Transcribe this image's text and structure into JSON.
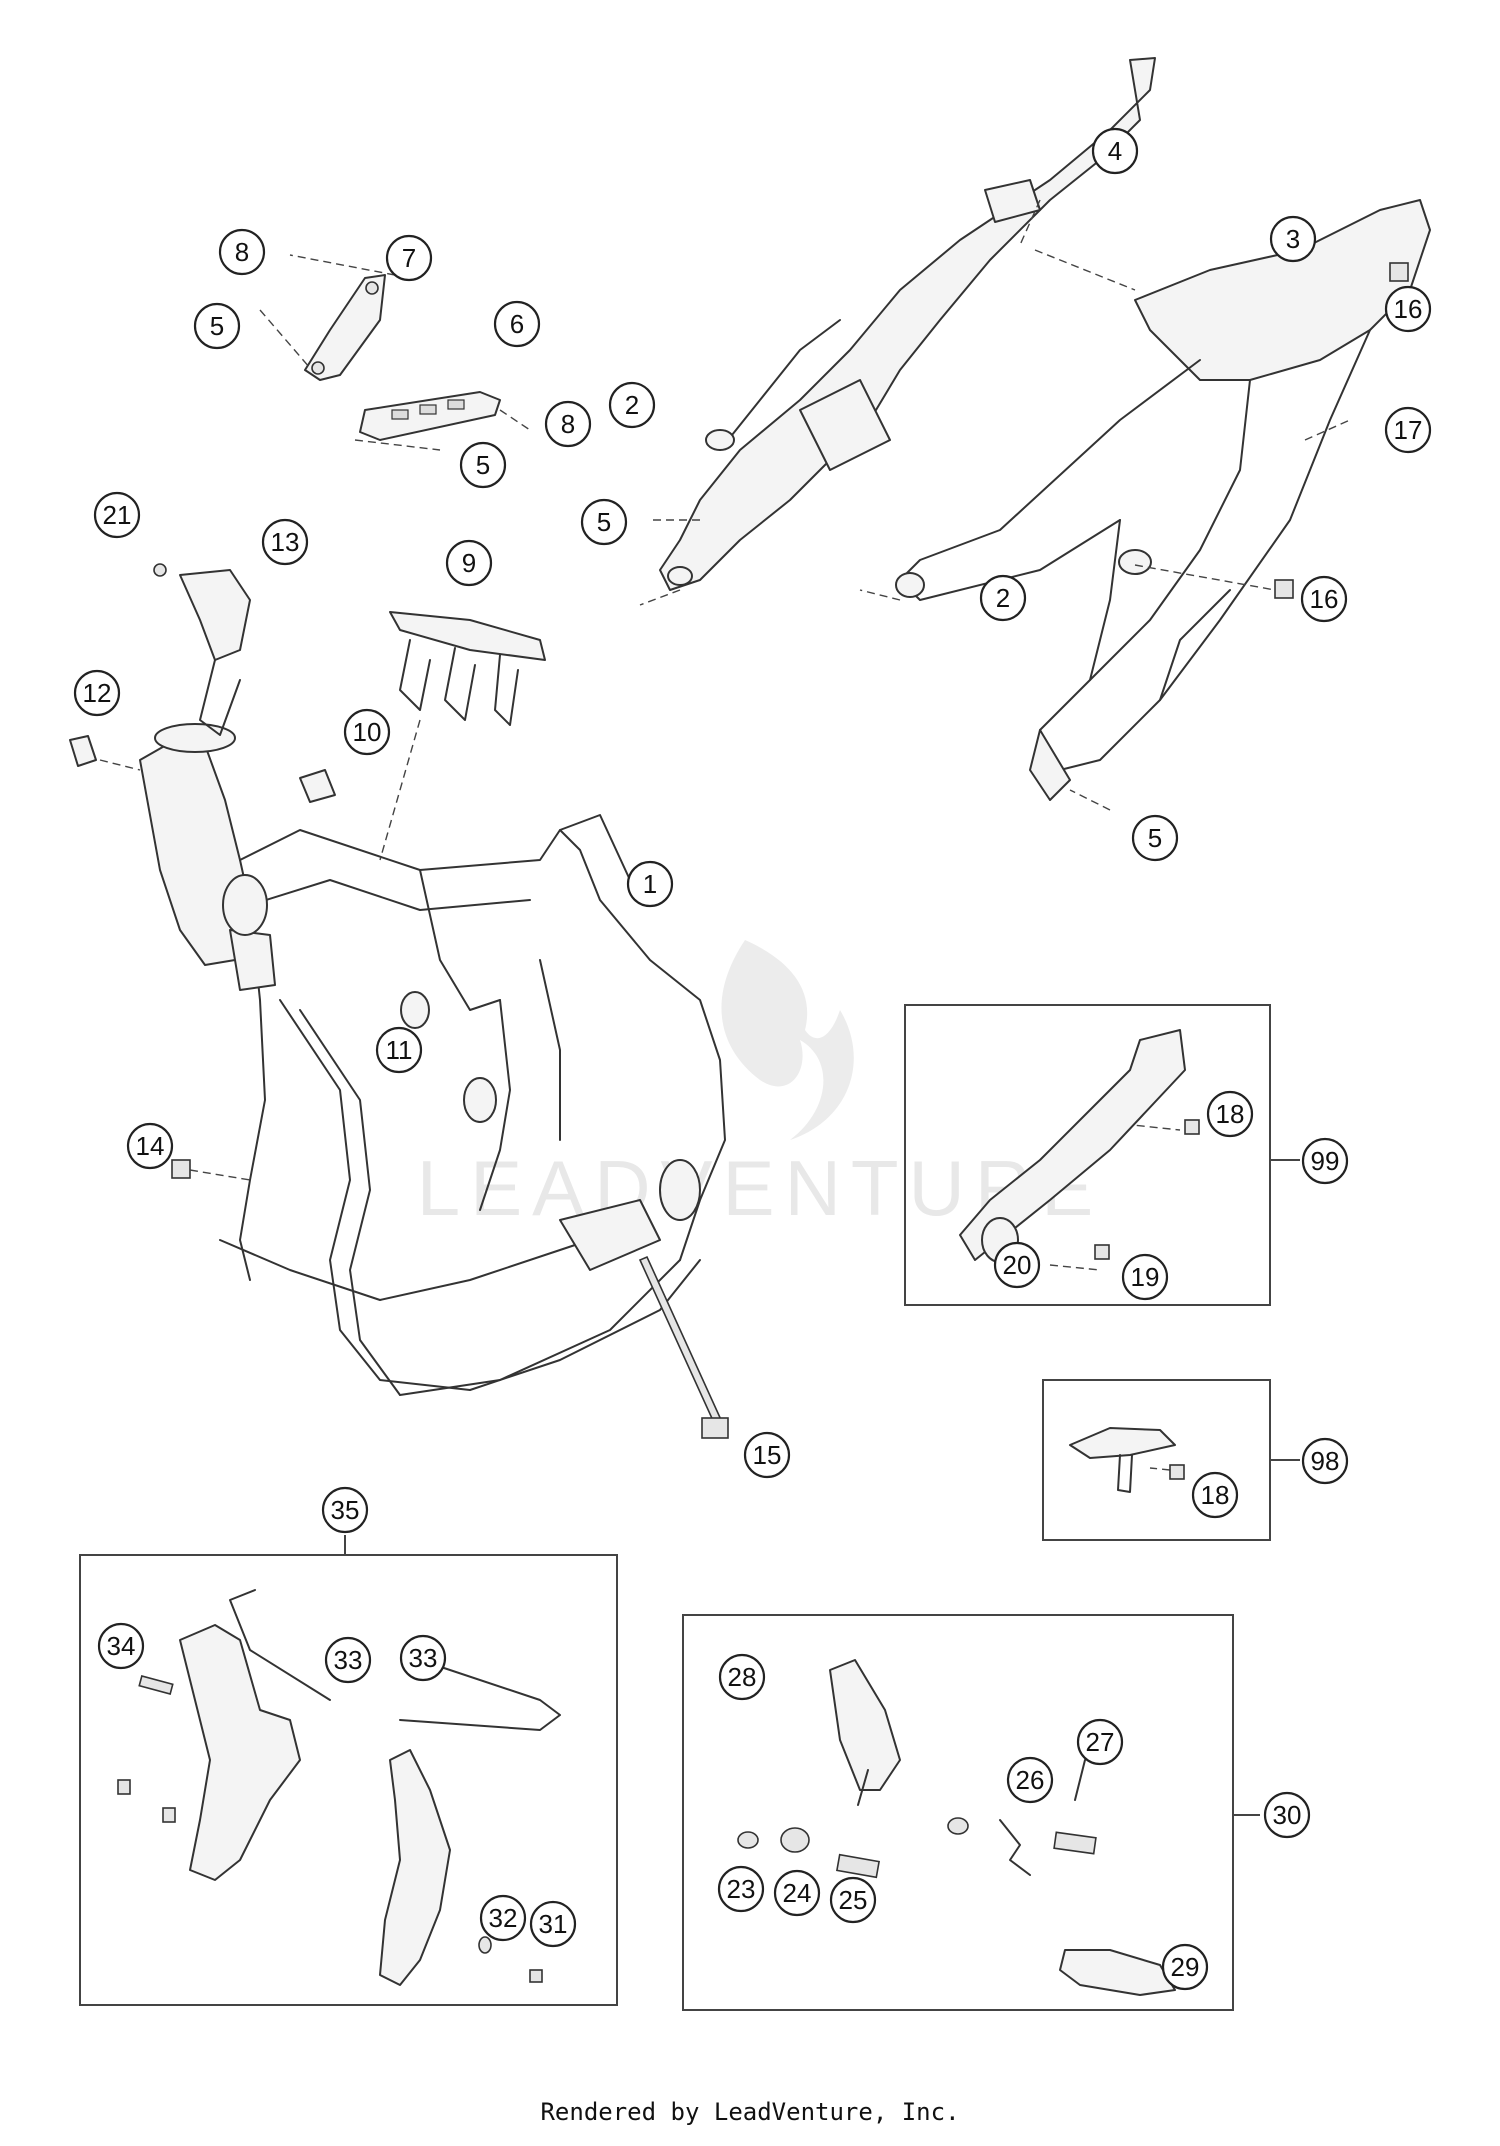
{
  "callouts": [
    {
      "label": "1"
    },
    {
      "label": "2"
    },
    {
      "label": "2"
    },
    {
      "label": "3"
    },
    {
      "label": "4"
    },
    {
      "label": "5"
    },
    {
      "label": "5"
    },
    {
      "label": "5"
    },
    {
      "label": "5"
    },
    {
      "label": "6"
    },
    {
      "label": "7"
    },
    {
      "label": "8"
    },
    {
      "label": "8"
    },
    {
      "label": "9"
    },
    {
      "label": "10"
    },
    {
      "label": "11"
    },
    {
      "label": "12"
    },
    {
      "label": "13"
    },
    {
      "label": "14"
    },
    {
      "label": "15"
    },
    {
      "label": "16"
    },
    {
      "label": "16"
    },
    {
      "label": "17"
    },
    {
      "label": "18"
    },
    {
      "label": "18"
    },
    {
      "label": "19"
    },
    {
      "label": "20"
    },
    {
      "label": "21"
    },
    {
      "label": "23"
    },
    {
      "label": "24"
    },
    {
      "label": "25"
    },
    {
      "label": "26"
    },
    {
      "label": "27"
    },
    {
      "label": "28"
    },
    {
      "label": "29"
    },
    {
      "label": "30"
    },
    {
      "label": "31"
    },
    {
      "label": "32"
    },
    {
      "label": "33"
    },
    {
      "label": "33"
    },
    {
      "label": "34"
    },
    {
      "label": "35"
    },
    {
      "label": "98"
    },
    {
      "label": "99"
    }
  ],
  "watermark": "LEADVENTURE",
  "footer": "Rendered by LeadVenture, Inc."
}
